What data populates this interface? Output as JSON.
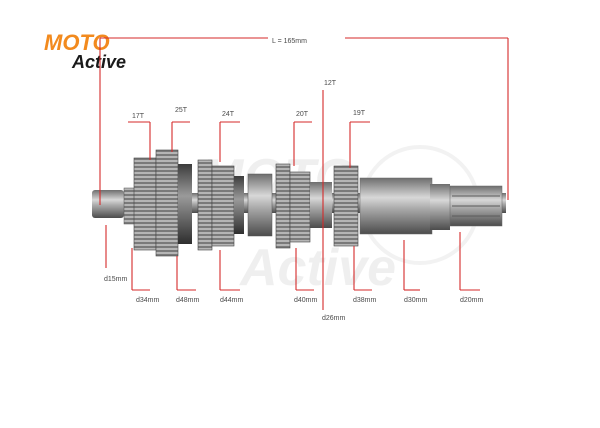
{
  "logo": {
    "moto": "MOTO",
    "active": "Active",
    "accent": "#f28a1e"
  },
  "colors": {
    "dim_line": "#d42a2a",
    "steel": "#8f8f8f"
  },
  "length_label": "L = 165mm",
  "teeth_labels": [
    "17T",
    "25T",
    "24T",
    "20T",
    "12T",
    "19T"
  ],
  "diameter_labels": [
    "d15mm",
    "d34mm",
    "d48mm",
    "d44mm",
    "d40mm",
    "d26mm",
    "d38mm",
    "d30mm",
    "d20mm"
  ]
}
